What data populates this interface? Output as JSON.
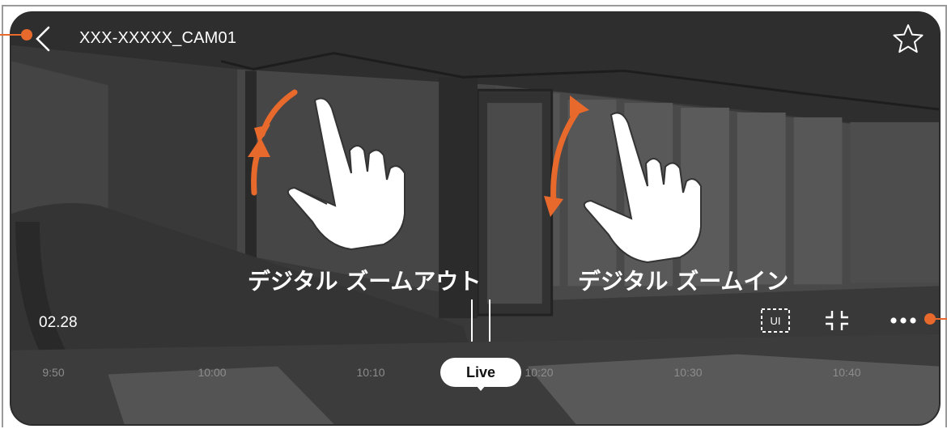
{
  "header": {
    "camera_name": "XXX-XXXXX_CAM01"
  },
  "gestures": {
    "zoom_out_label": "デジタル ズームアウト",
    "zoom_in_label": "デジタル ズームイン"
  },
  "playback": {
    "date": "02.28",
    "live_label": "Live"
  },
  "timeline": {
    "ticks": [
      "9:50",
      "10:00",
      "10:10",
      "10:20",
      "10:30",
      "10:40"
    ]
  },
  "controls": {
    "ui_toggle_label": "UI"
  },
  "icons": {
    "back": "chevron-left-icon",
    "favorite": "star-outline-icon",
    "ui_toggle": "ui-toggle-icon",
    "exit_fullscreen": "exit-fullscreen-icon",
    "more": "more-dots-icon",
    "hand": "hand-pointer-icon"
  },
  "colors": {
    "accent": "#e8692c",
    "background": "#3f3e3e",
    "text": "#ffffff"
  }
}
